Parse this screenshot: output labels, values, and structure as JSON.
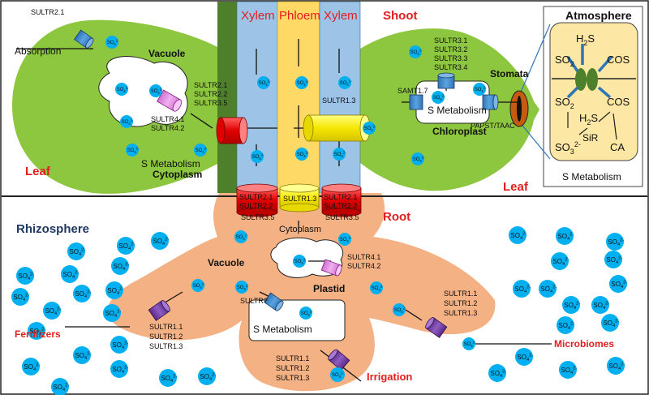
{
  "sections": {
    "shoot": "Shoot",
    "root": "Root",
    "rhizosphere": "Rhizosphere",
    "atmosphere": "Atmosphere"
  },
  "tissues": {
    "xylem_left": "Xylem",
    "phloem": "Phloem",
    "xylem_right": "Xylem"
  },
  "leaf_left": {
    "absorption": "Absorption",
    "vacuole": "Vacuole",
    "s_metabolism": "S Metabolism",
    "cytoplasm": "Cytoplasm",
    "leaf": "Leaf",
    "transporter_top": "SULTR2.1",
    "vacuole_transporters": [
      "SULTR4.1",
      "SULTR4.2"
    ],
    "membrane_transporters": [
      "SULTR2.1",
      "SULTR2.2",
      "SULTR3.5"
    ]
  },
  "leaf_right": {
    "chloroplast": "Chloroplast",
    "s_metabolism": "S Metabolism",
    "leaf": "Leaf",
    "stomata": "Stomata",
    "chloroplast_transporters": [
      "SULTR3.1",
      "SULTR3.2",
      "SULTR3.3",
      "SULTR3.4"
    ],
    "samt": "SAMT1.7",
    "papst": "PAPST/TAAC",
    "phloem_transporter": "SULTR1.3"
  },
  "atmosphere": {
    "h2s_top": "H",
    "so2_top": "SO",
    "cos_top": "COS",
    "so2_bottom": "SO",
    "h2s_bottom": "H",
    "cos_bottom": "COS",
    "sir": "SiR",
    "so3": "SO",
    "so3_charge": "2-",
    "ca": "CA",
    "s_metabolism": "S Metabolism",
    "subscript_2": "2",
    "subscript_3": "3"
  },
  "root": {
    "cytoplasm": "Cytoplasm",
    "vacuole": "Vacuole",
    "plastid": "Plastid",
    "s_metabolism": "S Metabolism",
    "plastid_transporter": "SULTR?",
    "vacuole_transporters": [
      "SULTR4.1",
      "SULTR4.2"
    ],
    "stele_left": [
      "SULTR2.1",
      "SULTR2.2",
      "SULTR3.5"
    ],
    "stele_middle": "SULTR1.3",
    "stele_right": [
      "SULTR2.1",
      "SULTR2.2",
      "SULTR3.5"
    ],
    "uptake_left": [
      "SULTR1.1",
      "SULTR1.2",
      "SULTR1.3"
    ],
    "uptake_bottom": [
      "SULTR1.1",
      "SULTR1.2",
      "SULTR1.3"
    ],
    "uptake_right": [
      "SULTR1.1",
      "SULTR1.2",
      "SULTR1.3"
    ]
  },
  "sources": {
    "fertilizers": "Fertilizers",
    "irrigation": "Irrigation",
    "microbiomes": "Microbiomes"
  },
  "ion": {
    "base": "SO",
    "subscript": "4",
    "charge": "2-"
  },
  "colors": {
    "leaf_green": "#8dc63f",
    "root_peach": "#f4b183",
    "xylem_blue": "#9dc3e6",
    "phloem_yellow": "#ffd966",
    "stem_green": "#4e7f2b",
    "ion_blue": "#00b0f0",
    "label_red": "#e02020",
    "rhizo_navy": "#1f3864",
    "atmo_yellow": "#fce8a4"
  }
}
